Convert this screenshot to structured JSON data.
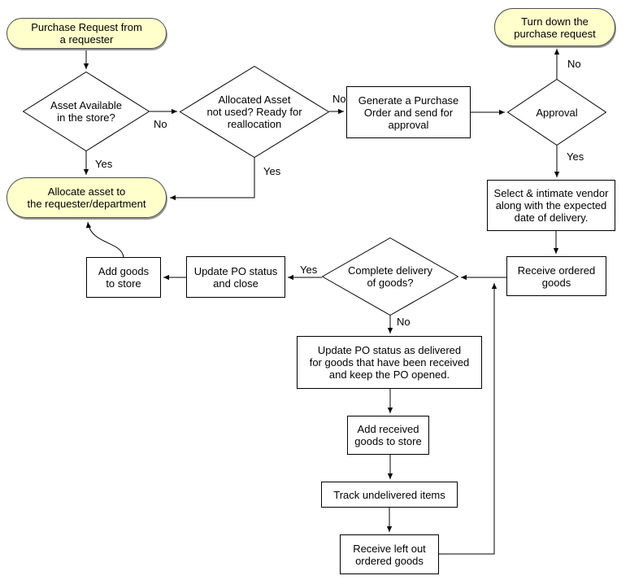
{
  "colors": {
    "background": "#FFFFFF",
    "terminator_fill": "#FFFFCC",
    "process_fill": "#FFFFFF",
    "shape_border": "#000000",
    "connector": "#000000",
    "text": "#000000"
  },
  "nodes": {
    "purchase_request": {
      "type": "terminator",
      "label": "Purchase Request from\na requester"
    },
    "asset_available": {
      "type": "decision",
      "label": "Asset Available\nin the store?"
    },
    "allocated_asset": {
      "type": "decision",
      "label": "Allocated Asset\nnot used? Ready for\nreallocation"
    },
    "generate_po": {
      "type": "process",
      "label": "Generate a Purchase\nOrder and send for\napproval"
    },
    "approval": {
      "type": "decision",
      "label": "Approval"
    },
    "turn_down": {
      "type": "terminator",
      "label": "Turn down the\npurchase request"
    },
    "select_vendor": {
      "type": "process",
      "label": "Select & intimate vendor\nalong with the expected\ndate of delivery."
    },
    "receive_goods": {
      "type": "process",
      "label": "Receive ordered\ngoods"
    },
    "complete_delivery": {
      "type": "decision",
      "label": "Complete delivery\nof goods?"
    },
    "update_po_close": {
      "type": "process",
      "label": "Update PO status\nand close"
    },
    "add_goods_store": {
      "type": "process",
      "label": "Add goods\nto store"
    },
    "allocate_asset": {
      "type": "terminator",
      "label": "Allocate asset to\nthe requester/department"
    },
    "update_po_open": {
      "type": "process",
      "label": "Update PO status as delivered\nfor goods that have been received\nand keep the PO opened."
    },
    "add_received_goods": {
      "type": "process",
      "label": "Add received\ngoods to store"
    },
    "track_undelivered": {
      "type": "process",
      "label": "Track undelivered items"
    },
    "receive_left_out": {
      "type": "process",
      "label": "Receive left out\nordered goods"
    }
  },
  "edge_labels": {
    "asset_available_no": "No",
    "asset_available_yes": "Yes",
    "allocated_asset_no": "No",
    "allocated_asset_yes": "Yes",
    "approval_no": "No",
    "approval_yes": "Yes",
    "complete_delivery_yes": "Yes",
    "complete_delivery_no": "No"
  }
}
